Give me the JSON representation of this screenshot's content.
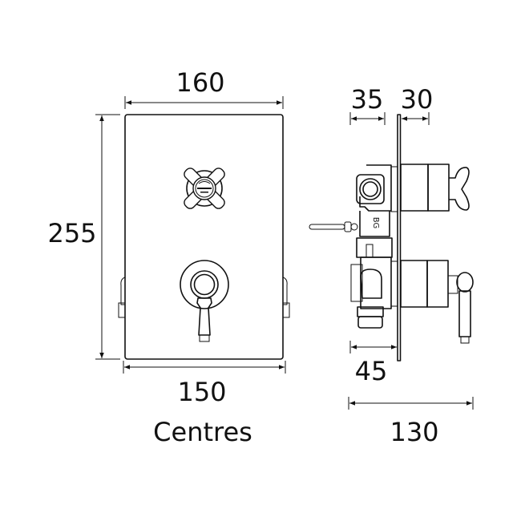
{
  "drawing": {
    "front_view": {
      "width_label": "160",
      "height_label": "255",
      "centres_value_label": "150",
      "centres_caption": "Centres"
    },
    "side_view": {
      "rear_depth_label": "35",
      "front_projection_label": "30",
      "min_depth_label": "45",
      "overall_depth_label": "130",
      "body_marking": "BG"
    },
    "line_color": "#111111",
    "background_color": "#ffffff"
  }
}
